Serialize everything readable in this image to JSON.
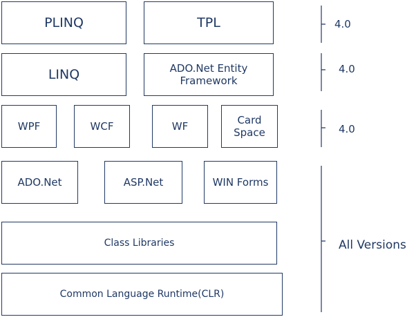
{
  "layers": {
    "row1": {
      "plinq": "PLINQ",
      "tpl": "TPL"
    },
    "row2": {
      "linq": "LINQ",
      "entity_framework": "ADO.Net Entity\nFramework"
    },
    "row3": {
      "wpf": "WPF",
      "wcf": "WCF",
      "wf": "WF",
      "cardspace": "Card\nSpace"
    },
    "row4": {
      "adonet": "ADO.Net",
      "aspnet": "ASP.Net",
      "winforms": "WIN Forms"
    },
    "row5": {
      "class_libraries": "Class Libraries"
    },
    "row6": {
      "clr": "Common Language Runtime(CLR)"
    }
  },
  "versions": {
    "row1": "4.0",
    "row2": "4.0",
    "row3": "4.0",
    "rows4to6": "All Versions"
  },
  "colors": {
    "stroke": "#1f3864",
    "text": "#1f3864",
    "background": "#ffffff"
  }
}
